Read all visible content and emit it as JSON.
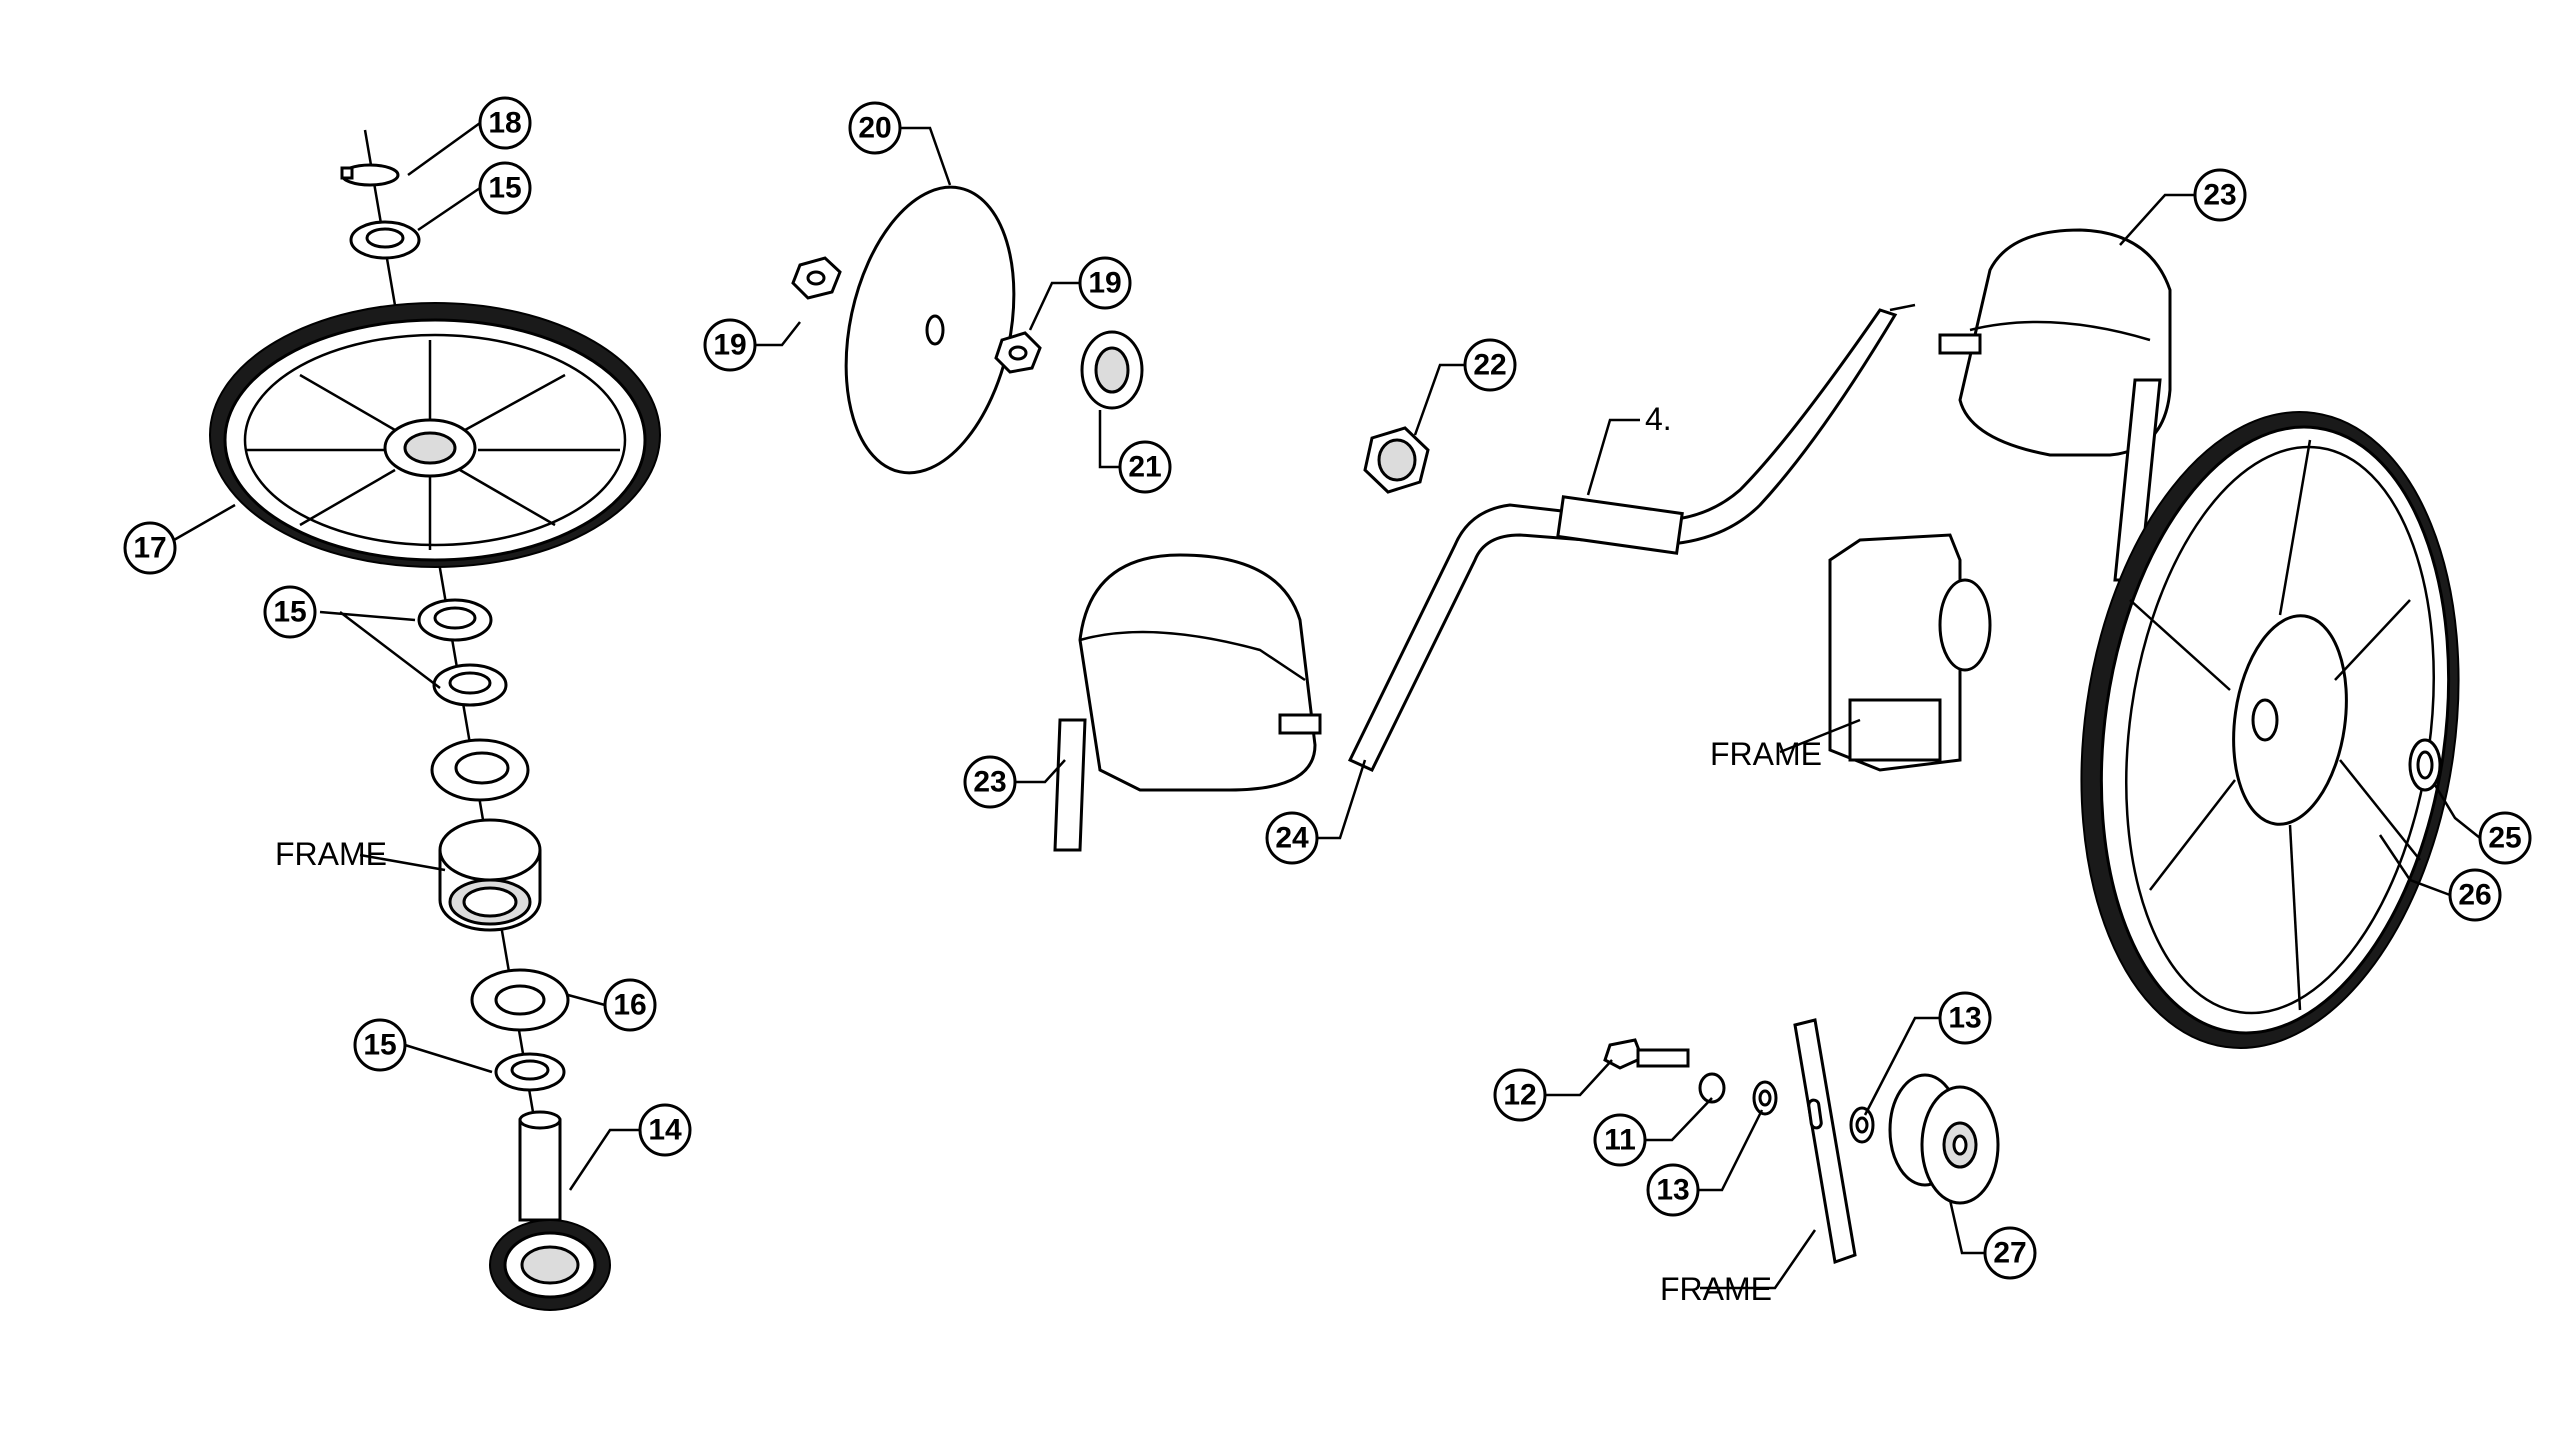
{
  "callouts": {
    "c18": "18",
    "c15a": "15",
    "c17": "17",
    "c15b": "15",
    "c16": "16",
    "c15c": "15",
    "c14": "14",
    "c20": "20",
    "c19a": "19",
    "c19b": "19",
    "c21": "21",
    "c22": "22",
    "c23a": "23",
    "c23b": "23",
    "c24": "24",
    "c25": "25",
    "c26": "26",
    "c12": "12",
    "c11": "11",
    "c13a": "13",
    "c13b": "13",
    "c27": "27"
  },
  "labels": {
    "part4": "4.",
    "frame_left": "FRAME",
    "frame_center": "FRAME",
    "frame_bottom": "FRAME"
  }
}
